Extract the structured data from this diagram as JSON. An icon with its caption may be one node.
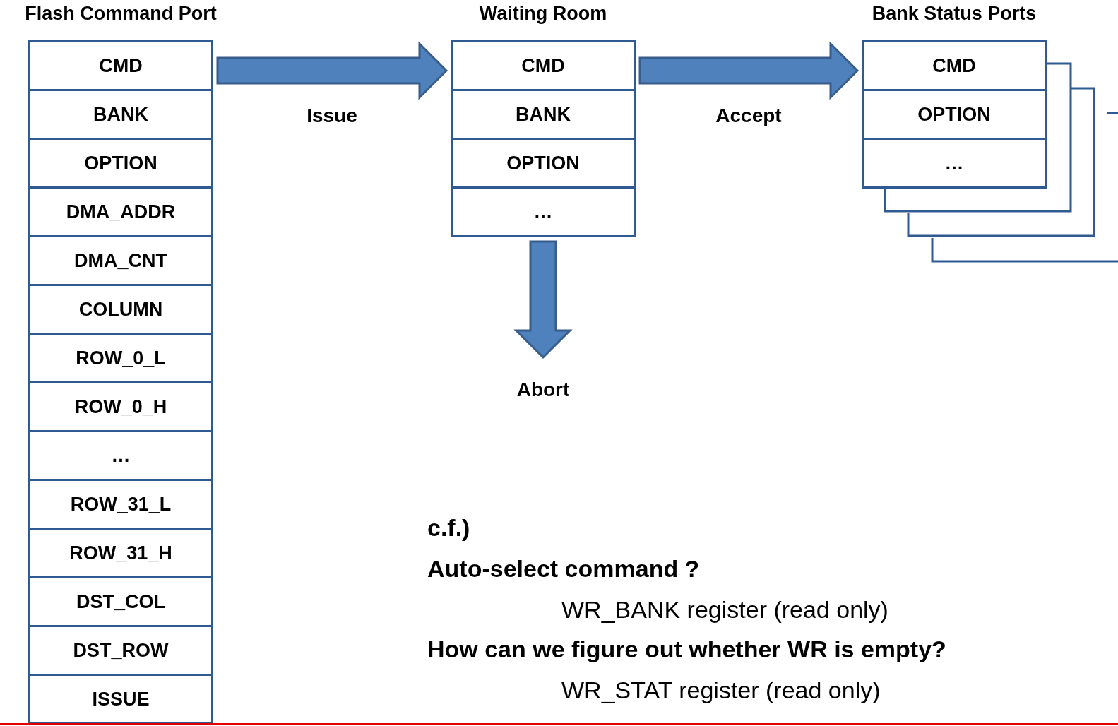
{
  "diagram": {
    "nodes": [
      {
        "text": [
          "Flash Command Port"
        ]
      },
      {
        "text": [
          "CMD"
        ],
        "in": 0
      },
      {
        "text": [
          "BANK"
        ],
        "in": 0
      },
      {
        "text": [
          "OPTION"
        ],
        "in": 0
      },
      {
        "text": [
          "DMA_ADDR"
        ],
        "in": 0
      },
      {
        "text": [
          "DMA_CNT"
        ],
        "in": 0
      },
      {
        "text": [
          "COLUMN"
        ],
        "in": 0
      },
      {
        "text": [
          "ROW_0_L"
        ],
        "in": 0
      },
      {
        "text": [
          "ROW_0_H"
        ],
        "in": 0
      },
      {
        "text": [
          "…"
        ],
        "in": 0
      },
      {
        "text": [
          "ROW_31_L"
        ],
        "in": 0
      },
      {
        "text": [
          "ROW_31_H"
        ],
        "in": 0
      },
      {
        "text": [
          "DST_COL"
        ],
        "in": 0
      },
      {
        "text": [
          "DST_ROW"
        ],
        "in": 0
      },
      {
        "text": [
          "ISSUE"
        ],
        "in": 0
      },
      {
        "text": [
          "Waiting Room"
        ]
      },
      {
        "text": [
          "CMD"
        ],
        "in": 15
      },
      {
        "text": [
          "BANK"
        ],
        "in": 15
      },
      {
        "text": [
          "OPTION"
        ],
        "in": 15
      },
      {
        "text": [
          "…"
        ],
        "in": 15
      },
      {
        "text": [
          "Bank Status Ports"
        ]
      },
      {
        "text": [
          "CMD"
        ],
        "in": 20
      },
      {
        "text": [
          "OPTION"
        ],
        "in": 20
      },
      {
        "text": [
          "…"
        ],
        "in": 20
      },
      {
        "text": [],
        "shape": "box"
      },
      {
        "text": [],
        "shape": "box"
      },
      {
        "text": [],
        "shape": "box"
      }
    ],
    "edges": [
      {
        "from": 0,
        "to": 15,
        "arrow": "to",
        "label": "Issue"
      },
      {
        "from": 15,
        "to": 20,
        "arrow": "to",
        "label": "Accept"
      },
      {
        "from": 15,
        "to": null,
        "arrow": "to",
        "label": "Abort"
      }
    ],
    "labels": [
      "c.f.)",
      "Auto-select command ?",
      "WR_BANK register (read only)",
      "How can we figure out whether WR is empty?",
      "WR_STAT register (read only)"
    ]
  }
}
